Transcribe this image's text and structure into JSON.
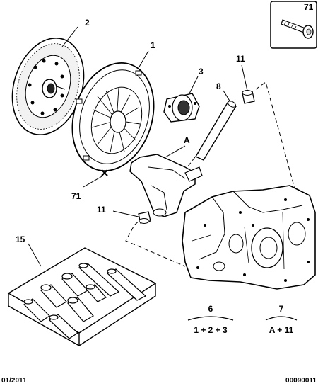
{
  "callouts": {
    "c71_box": "71",
    "c2": "2",
    "c1": "1",
    "c3": "3",
    "c8": "8",
    "c11_top": "11",
    "cA": "A",
    "c71_left": "71",
    "c11_left": "11",
    "c15": "15",
    "c6": "6",
    "c7": "7"
  },
  "legend": {
    "formula_6": "1 + 2 + 3",
    "formula_7": "A + 11"
  },
  "footer": {
    "date": "01/2011",
    "reference": "00090011"
  }
}
